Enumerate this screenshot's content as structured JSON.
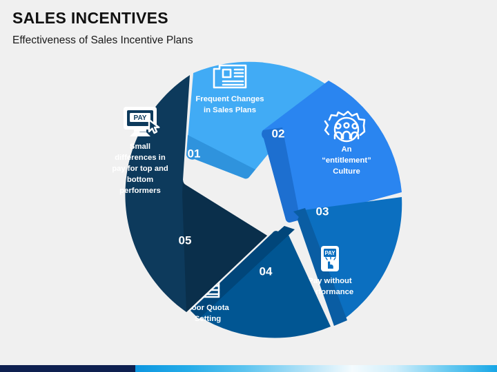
{
  "header": {
    "title": "SALES INCENTIVES",
    "subtitle": "Effectiveness of Sales Incentive Plans"
  },
  "colors": {
    "background": "#f0f0f0",
    "seg01": "#41abf5",
    "seg01_shadow": "#2f93dd",
    "seg02": "#2a85f0",
    "seg02_shadow": "#1d6fd0",
    "seg03": "#0b6fc0",
    "seg03_shadow": "#0a5da3",
    "seg04": "#015693",
    "seg04_shadow": "#01467a",
    "seg05": "#0d3a5c",
    "seg05_shadow": "#0a2f4b",
    "bar_navy": "#0e2050",
    "bar_blue": "#17a6e6",
    "text_dark": "#111111",
    "text_light": "#ffffff"
  },
  "diagram": {
    "type": "pinwheel",
    "segment_count": 5,
    "segments": [
      {
        "number": "01",
        "icon": "newspaper-icon",
        "lines": [
          "Frequent Changes",
          "in Sales Plans"
        ]
      },
      {
        "number": "02",
        "icon": "gear-people-icon",
        "lines": [
          "An",
          "“entitlement”",
          "Culture"
        ]
      },
      {
        "number": "03",
        "icon": "mobile-pay-icon",
        "lines": [
          "Pay without",
          "performance"
        ]
      },
      {
        "number": "04",
        "icon": "quota-document-icon",
        "lines": [
          "Poor Quota",
          "Setting"
        ]
      },
      {
        "number": "05",
        "icon": "monitor-pay-icon",
        "lines": [
          "Small",
          "differences in",
          "pay for top and",
          "bottom",
          "performers"
        ]
      }
    ]
  }
}
